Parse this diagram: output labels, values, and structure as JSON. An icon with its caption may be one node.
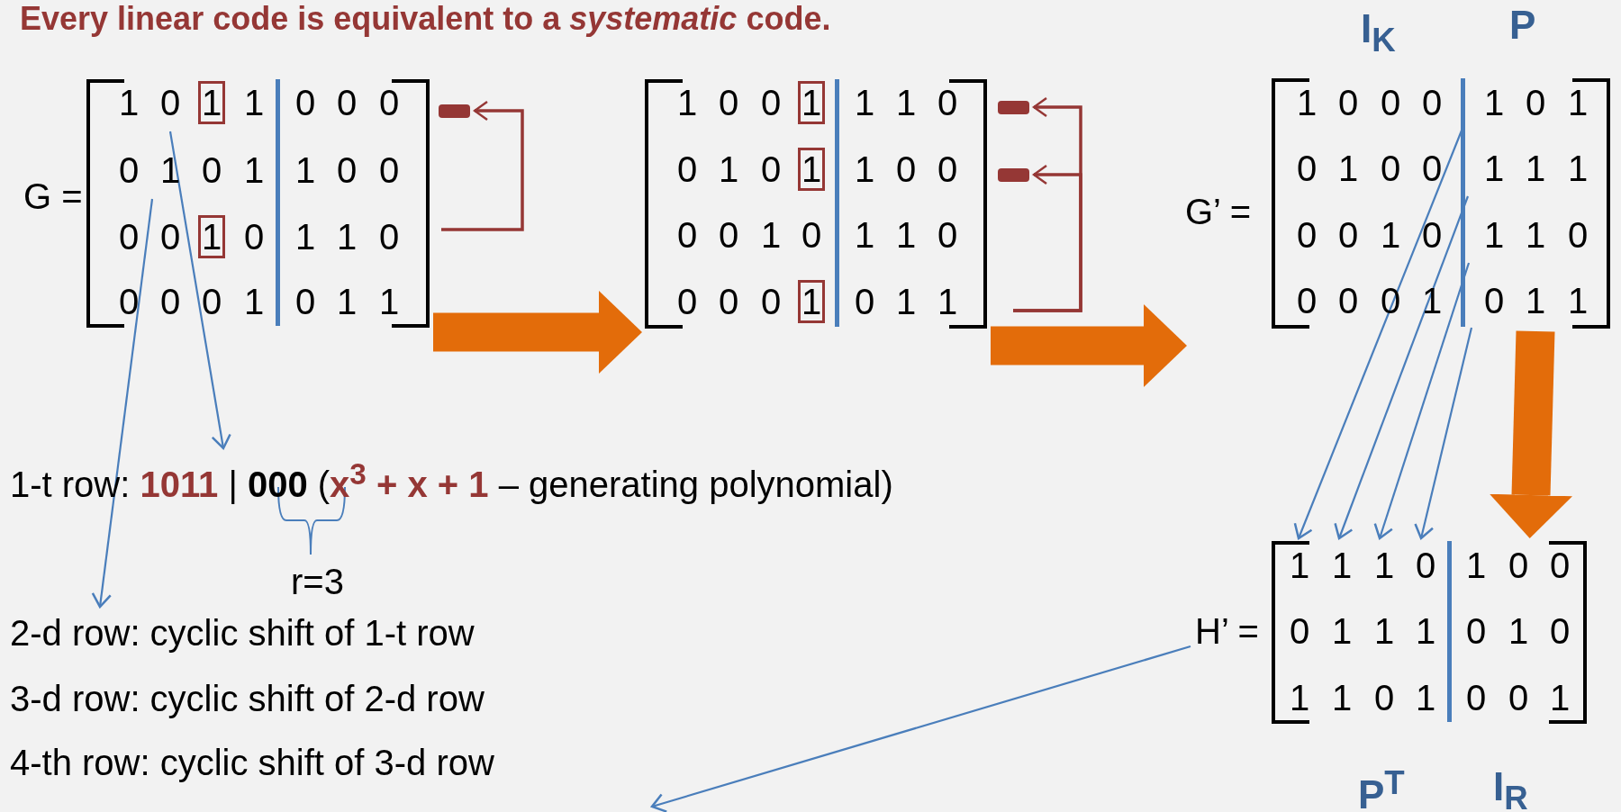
{
  "diagram": {
    "title": "Every linear code is equivalent to a *systematic* code.",
    "nodes": [
      {
        "text": [
          "G ="
        ]
      },
      {
        "text": [
          "1",
          "0",
          "1",
          "1",
          "0",
          "0",
          "0"
        ],
        "in": 0
      },
      {
        "text": [
          "0",
          "1",
          "0",
          "1",
          "1",
          "0",
          "0"
        ],
        "in": 0
      },
      {
        "text": [
          "0",
          "0",
          "1",
          "0",
          "1",
          "1",
          "0"
        ],
        "in": 0
      },
      {
        "text": [
          "0",
          "0",
          "0",
          "1",
          "0",
          "1",
          "1"
        ],
        "in": 0
      },
      {
        "text": [],
        "shape": "bar"
      },
      {
        "text": [],
        "shape": "matrix"
      },
      {
        "text": [
          "1",
          "0",
          "0",
          "1",
          "1",
          "1",
          "0"
        ],
        "in": 6
      },
      {
        "text": [
          "0",
          "1",
          "0",
          "1",
          "1",
          "0",
          "0"
        ],
        "in": 6
      },
      {
        "text": [
          "0",
          "0",
          "1",
          "0",
          "1",
          "1",
          "0"
        ],
        "in": 6
      },
      {
        "text": [
          "0",
          "0",
          "0",
          "1",
          "0",
          "1",
          "1"
        ],
        "in": 6
      },
      {
        "text": [],
        "shape": "bar"
      },
      {
        "text": [],
        "shape": "bar"
      },
      {
        "text": [
          "G’ ="
        ]
      },
      {
        "text": [
          "1",
          "0",
          "0",
          "0",
          "1",
          "0",
          "1"
        ],
        "in": 13
      },
      {
        "text": [
          "0",
          "1",
          "0",
          "0",
          "1",
          "1",
          "1"
        ],
        "in": 13
      },
      {
        "text": [
          "0",
          "0",
          "1",
          "0",
          "1",
          "1",
          "0"
        ],
        "in": 13
      },
      {
        "text": [
          "0",
          "0",
          "0",
          "1",
          "0",
          "1",
          "1"
        ],
        "in": 13
      },
      {
        "text": [
          "H’ ="
        ]
      },
      {
        "text": [
          "1",
          "1",
          "1",
          "0",
          "1",
          "0",
          "0"
        ],
        "in": 18
      },
      {
        "text": [
          "0",
          "1",
          "1",
          "1",
          "0",
          "1",
          "0"
        ],
        "in": 18
      },
      {
        "text": [
          "1",
          "1",
          "0",
          "1",
          "0",
          "0",
          "1"
        ],
        "in": 18
      },
      {
        "text": [
          "1-t row: **1011** | **000** (**x$^{3}$ + x + 1** – generating polynomial)"
        ]
      },
      {
        "text": [
          "2-d row: cyclic shift of 1-t row"
        ]
      }
    ],
    "edges": [
      {
        "from": 1,
        "to": 22,
        "arrow": "to"
      },
      {
        "from": 2,
        "to": 23,
        "arrow": "to"
      },
      {
        "from": 3,
        "to": 5,
        "arrow": "to",
        "color": "#953735"
      },
      {
        "from": 0,
        "to": 6,
        "arrow": "to",
        "style": "thick",
        "color": "#e36c0a"
      },
      {
        "from": 10,
        "to": 11,
        "arrow": "to",
        "color": "#953735"
      },
      {
        "from": 10,
        "to": 12,
        "arrow": "to",
        "color": "#953735"
      },
      {
        "from": 6,
        "to": 13,
        "arrow": "to",
        "style": "thick",
        "color": "#e36c0a"
      },
      {
        "from": 14,
        "to": 19,
        "arrow": "to"
      },
      {
        "from": 15,
        "to": 19,
        "arrow": "to"
      },
      {
        "from": 16,
        "to": 19,
        "arrow": "to"
      },
      {
        "from": 17,
        "to": 19,
        "arrow": "to"
      },
      {
        "from": 13,
        "to": 18,
        "arrow": "to",
        "style": "thick",
        "color": "#e36c0a"
      },
      {
        "from": 18,
        "to": null,
        "arrow": "to"
      }
    ],
    "labels": [
      "I$_{K}$",
      "P",
      "r=3",
      "3-d row: cyclic shift of 2-d row",
      "4-th row: cyclic shift of 3-d row",
      "P$^{T}$",
      "I$_{R}$"
    ]
  }
}
